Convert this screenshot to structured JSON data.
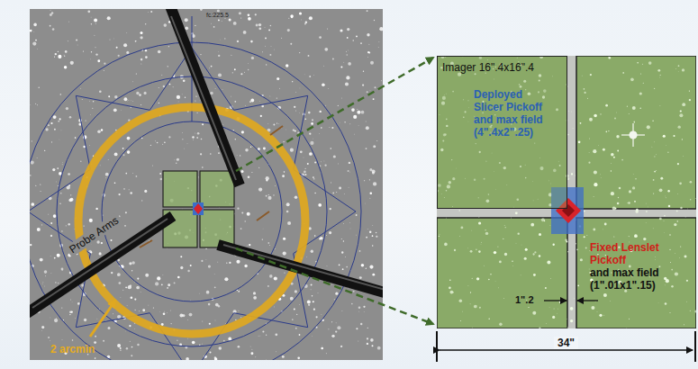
{
  "diagram": {
    "nodes": [
      {
        "text": [
          "Imager 16\".4x16\".4"
        ]
      }
    ],
    "labels": [
      "fc:225.5",
      "Probe Arms",
      "2 arcmin",
      "Deployed Slicer Pickoff and max field (4\".4x2\".25)",
      "Fixed Lenslet Pickoff",
      "and max field (1\".01x1\".15)",
      "1\".2",
      "34\""
    ]
  }
}
